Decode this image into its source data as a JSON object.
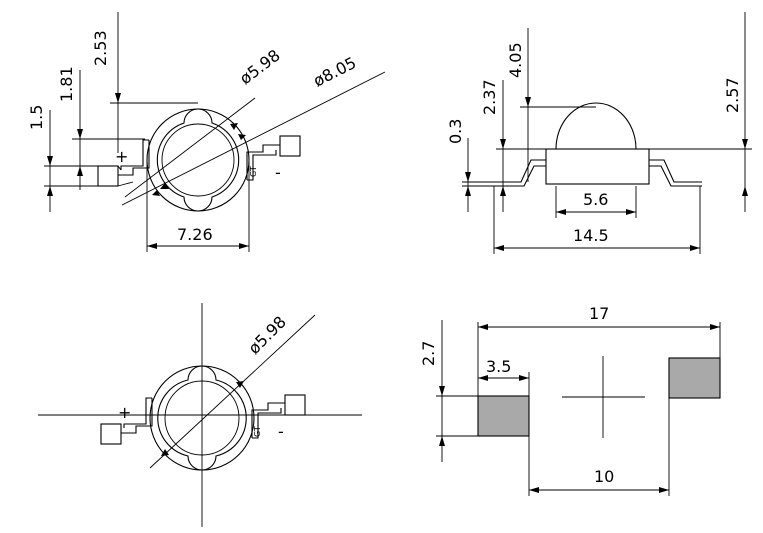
{
  "colors": {
    "line": "#000000",
    "pad_fill": "#a9a9a9",
    "background": "#ffffff"
  },
  "top_view": {
    "dim_2_53": "2.53",
    "dim_1_81": "1.81",
    "dim_1_5": "1.5",
    "dim_dia_5_98": "ø5.98",
    "dim_dia_8_05": "ø8.05",
    "dim_7_26": "7.26",
    "plus": "+",
    "minus": "-",
    "gt": "GT"
  },
  "side_view": {
    "dim_4_05": "4.05",
    "dim_2_37": "2.37",
    "dim_0_3": "0.3",
    "dim_2_57": "2.57",
    "dim_5_6": "5.6",
    "dim_14_5": "14.5"
  },
  "bottom_view": {
    "dim_dia_5_98": "ø5.98",
    "plus": "+",
    "minus": "-",
    "gt": "GT"
  },
  "footprint": {
    "dim_17": "17",
    "dim_2_7": "2.7",
    "dim_3_5": "3.5",
    "dim_10": "10"
  }
}
